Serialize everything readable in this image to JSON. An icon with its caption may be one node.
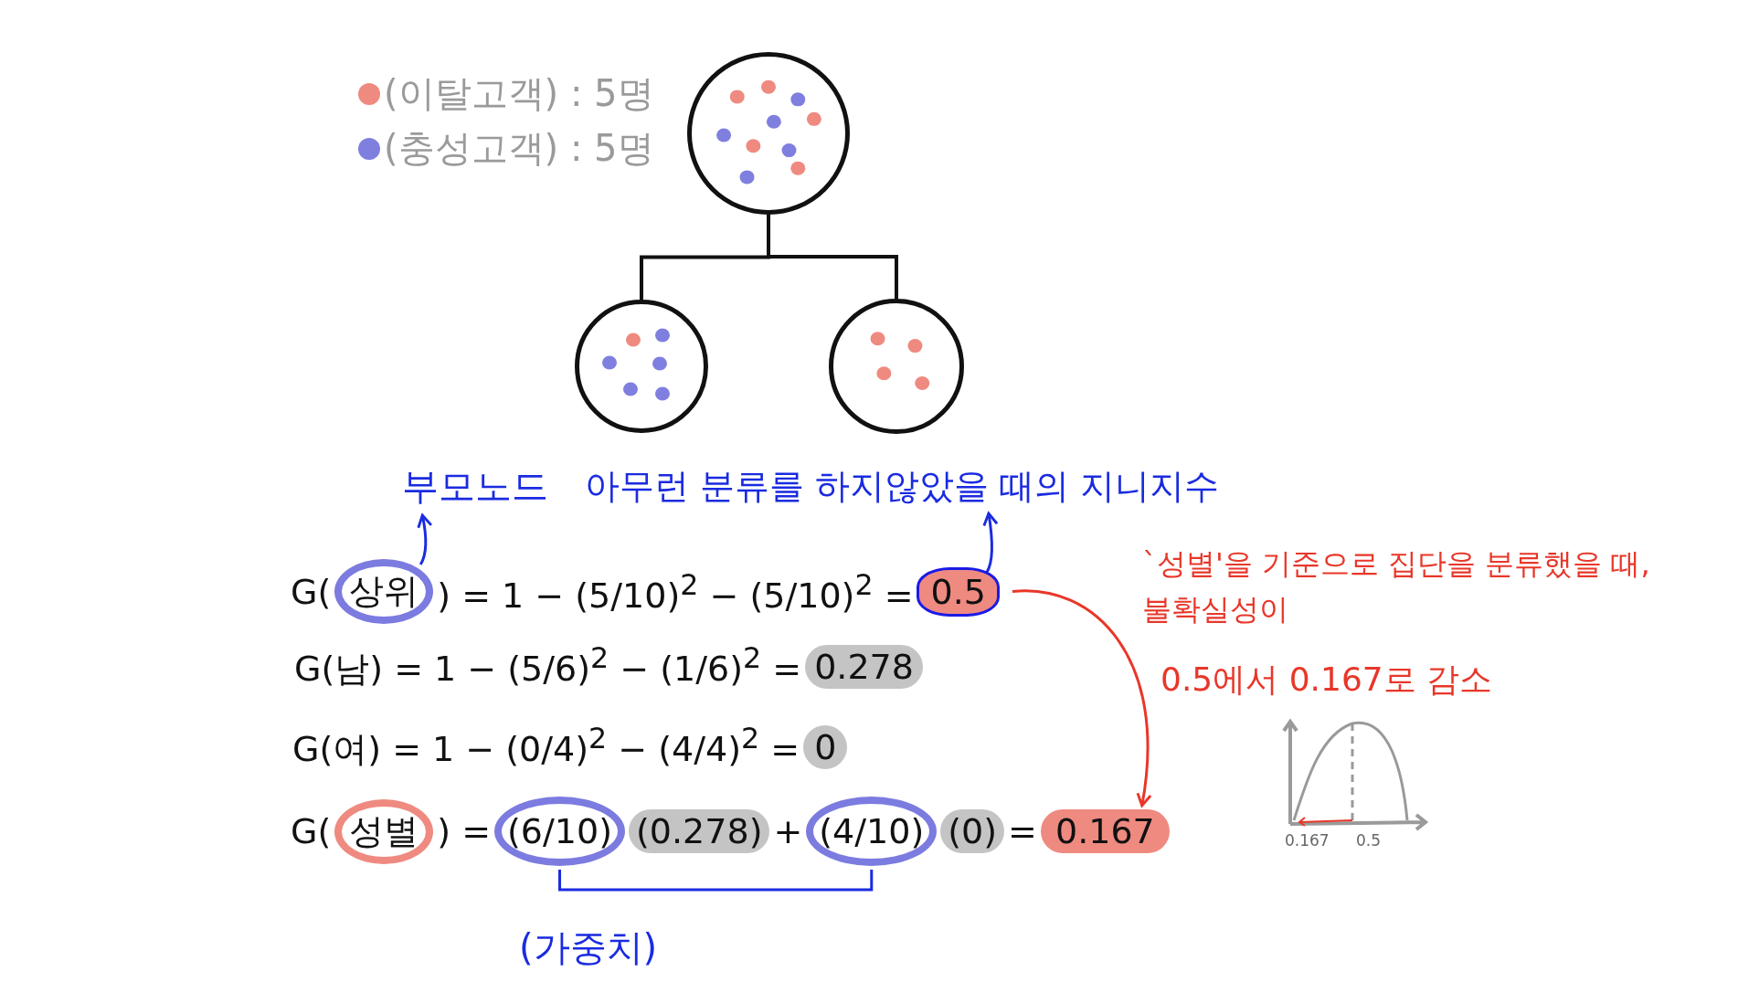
{
  "diagram": {
    "nodes": [
      {
        "text": [],
        "shape": "circle"
      },
      {
        "text": [],
        "shape": "circle"
      },
      {
        "text": [],
        "shape": "circle"
      },
      {
        "text": [
          "부모노드"
        ]
      },
      {
        "text": [
          "아무런 분류를 하지않았을 때의 지니지수"
        ]
      },
      {
        "text": [
          "상위"
        ]
      },
      {
        "text": [
          "0.5"
        ]
      },
      {
        "text": [
          "0.278"
        ]
      },
      {
        "text": [
          "0"
        ]
      },
      {
        "text": [
          "성별"
        ]
      },
      {
        "text": [
          "(6/10)"
        ]
      },
      {
        "text": [
          "(0.278)"
        ]
      },
      {
        "text": [
          "(4/10)"
        ]
      },
      {
        "text": [
          "(0)"
        ]
      },
      {
        "text": [
          "0.167"
        ]
      }
    ],
    "edges": [
      {
        "from": 0,
        "to": 1,
        "arrow": "none"
      },
      {
        "from": 0,
        "to": 2,
        "arrow": "none"
      },
      {
        "from": 5,
        "to": 3,
        "arrow": "to",
        "color": "#1a2be0"
      },
      {
        "from": 6,
        "to": 4,
        "arrow": "to",
        "color": "#1a2be0"
      },
      {
        "from": 6,
        "to": 14,
        "arrow": "to",
        "color": "#e8372a"
      }
    ],
    "labels": [
      "G(",
      ") = 1 − (5/10)$^{2}$ − (5/10)$^{2}$ =",
      "`성별'을 기준으로 집단을 분류했을 때, 불확실성이",
      "0.5에서 0.167로 감소",
      "G(남) = 1 − (5/6)$^{2}$ − (1/6)$^{2}$ =",
      "G(여) = 1 − (0/4)$^{2}$ − (4/4)$^{2}$ =",
      "G(",
      ") =",
      "+",
      "=",
      "(가중치)",
      "0.167",
      "0.5"
    ],
    "legend": [
      {
        "text": "(이탈고객) : 5명",
        "color": "#ef8a80"
      },
      {
        "text": "(충성고객) : 5명",
        "color": "#7f7fe0"
      }
    ]
  }
}
